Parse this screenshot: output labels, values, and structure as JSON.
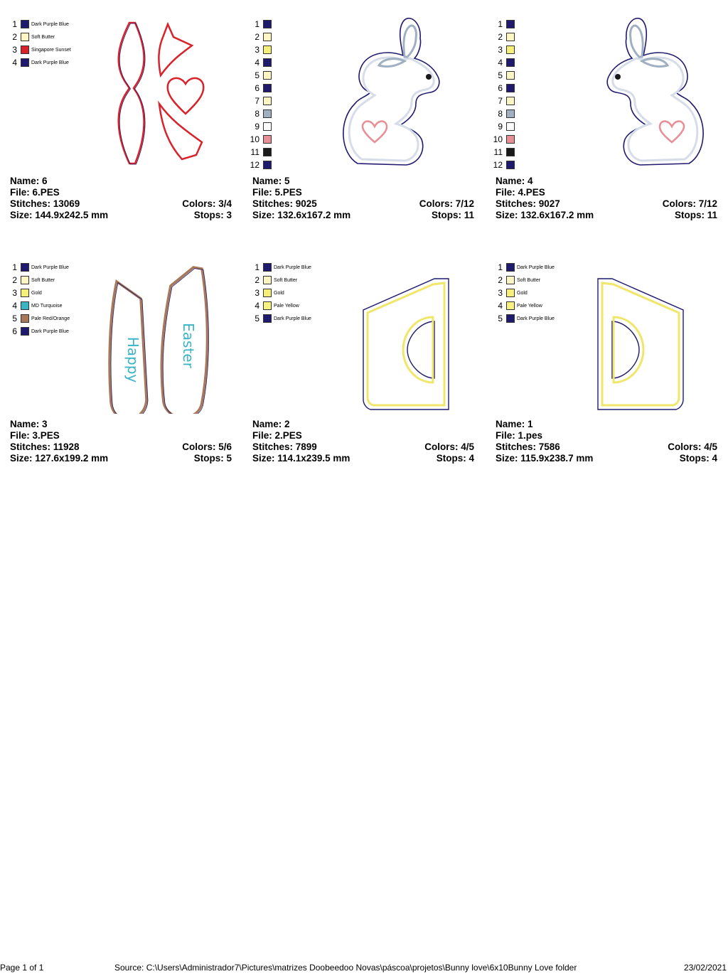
{
  "designs": [
    {
      "name_line": "Name: 6",
      "file_line": "File: 6.PES",
      "stitches_line": "Stitches: 13069",
      "size_line": "Size: 144.9x242.5 mm",
      "colors_line": "Colors: 3/4",
      "stops_line": "Stops: 3",
      "artwork": "bow-pieces-with-heart",
      "palette": [
        {
          "num": "1",
          "color": "#1f1a6e",
          "name": "Dark Purple Blue"
        },
        {
          "num": "2",
          "color": "#fff6c4",
          "name": "Soft Butter"
        },
        {
          "num": "3",
          "color": "#d8232a",
          "name": "Singapore Sunset"
        },
        {
          "num": "4",
          "color": "#1f1a6e",
          "name": "Dark Purple Blue"
        }
      ]
    },
    {
      "name_line": "Name: 5",
      "file_line": "File: 5.PES",
      "stitches_line": "Stitches: 9025",
      "size_line": "Size: 132.6x167.2 mm",
      "colors_line": "Colors: 7/12",
      "stops_line": "Stops: 11",
      "artwork": "bunny-facing-right",
      "palette": [
        {
          "num": "1",
          "color": "#1f1a6e",
          "name": ""
        },
        {
          "num": "2",
          "color": "#fff6c4",
          "name": ""
        },
        {
          "num": "3",
          "color": "#f6ef7a",
          "name": ""
        },
        {
          "num": "4",
          "color": "#1f1a6e",
          "name": ""
        },
        {
          "num": "5",
          "color": "#fff6c4",
          "name": ""
        },
        {
          "num": "6",
          "color": "#1f1a6e",
          "name": ""
        },
        {
          "num": "7",
          "color": "#fff6c4",
          "name": ""
        },
        {
          "num": "8",
          "color": "#9fb0c0",
          "name": ""
        },
        {
          "num": "9",
          "color": "#ffffff",
          "name": ""
        },
        {
          "num": "10",
          "color": "#e88f96",
          "name": ""
        },
        {
          "num": "11",
          "color": "#1a1a1a",
          "name": ""
        },
        {
          "num": "12",
          "color": "#1f1a6e",
          "name": ""
        }
      ]
    },
    {
      "name_line": "Name: 4",
      "file_line": "File: 4.PES",
      "stitches_line": "Stitches: 9027",
      "size_line": "Size: 132.6x167.2 mm",
      "colors_line": "Colors: 7/12",
      "stops_line": "Stops: 11",
      "artwork": "bunny-facing-left",
      "palette": [
        {
          "num": "1",
          "color": "#1f1a6e",
          "name": ""
        },
        {
          "num": "2",
          "color": "#fff6c4",
          "name": ""
        },
        {
          "num": "3",
          "color": "#f6ef7a",
          "name": ""
        },
        {
          "num": "4",
          "color": "#1f1a6e",
          "name": ""
        },
        {
          "num": "5",
          "color": "#fff6c4",
          "name": ""
        },
        {
          "num": "6",
          "color": "#1f1a6e",
          "name": ""
        },
        {
          "num": "7",
          "color": "#fff6c4",
          "name": ""
        },
        {
          "num": "8",
          "color": "#9fb0c0",
          "name": ""
        },
        {
          "num": "9",
          "color": "#ffffff",
          "name": ""
        },
        {
          "num": "10",
          "color": "#e88f96",
          "name": ""
        },
        {
          "num": "11",
          "color": "#1a1a1a",
          "name": ""
        },
        {
          "num": "12",
          "color": "#1f1a6e",
          "name": ""
        }
      ]
    },
    {
      "name_line": "Name: 3",
      "file_line": "File: 3.PES",
      "stitches_line": "Stitches: 11928",
      "size_line": "Size: 127.6x199.2 mm",
      "colors_line": "Colors: 5/6",
      "stops_line": "Stops: 5",
      "artwork": "ear-pieces-happy-easter",
      "artwork_text": [
        "Happy",
        "Easter"
      ],
      "palette": [
        {
          "num": "1",
          "color": "#1f1a6e",
          "name": "Dark Purple Blue"
        },
        {
          "num": "2",
          "color": "#fff6c4",
          "name": "Soft Butter"
        },
        {
          "num": "3",
          "color": "#f6ef7a",
          "name": "Gold"
        },
        {
          "num": "4",
          "color": "#3bb4c6",
          "name": "MD Turquoise"
        },
        {
          "num": "5",
          "color": "#a8785a",
          "name": "Pale Red/Orange"
        },
        {
          "num": "6",
          "color": "#1f1a6e",
          "name": "Dark Purple Blue"
        }
      ]
    },
    {
      "name_line": "Name: 2",
      "file_line": "File: 2.PES",
      "stitches_line": "Stitches: 7899",
      "size_line": "Size: 114.1x239.5 mm",
      "colors_line": "Colors: 4/5",
      "stops_line": "Stops: 4",
      "artwork": "half-ring-left",
      "palette": [
        {
          "num": "1",
          "color": "#1f1a6e",
          "name": "Dark Purple Blue"
        },
        {
          "num": "2",
          "color": "#fff6c4",
          "name": "Soft Butter"
        },
        {
          "num": "3",
          "color": "#f6ef7a",
          "name": "Gold"
        },
        {
          "num": "4",
          "color": "#faf27e",
          "name": "Pale Yellow"
        },
        {
          "num": "5",
          "color": "#1f1a6e",
          "name": "Dark Purple Blue"
        }
      ]
    },
    {
      "name_line": "Name: 1",
      "file_line": "File: 1.pes",
      "stitches_line": "Stitches: 7586",
      "size_line": "Size: 115.9x238.7 mm",
      "colors_line": "Colors: 4/5",
      "stops_line": "Stops: 4",
      "artwork": "half-ring-right",
      "palette": [
        {
          "num": "1",
          "color": "#1f1a6e",
          "name": "Dark Purple Blue"
        },
        {
          "num": "2",
          "color": "#fff6c4",
          "name": "Soft Butter"
        },
        {
          "num": "3",
          "color": "#f6ef7a",
          "name": "Gold"
        },
        {
          "num": "4",
          "color": "#faf27e",
          "name": "Pale Yellow"
        },
        {
          "num": "5",
          "color": "#1f1a6e",
          "name": "Dark Purple Blue"
        }
      ]
    }
  ],
  "footer": {
    "page": "Page 1 of 1",
    "source": "Source: C:\\Users\\Administrador7\\Pictures\\matrizes Doobeedoo Novas\\páscoa\\projetos\\Bunny love\\6x10Bunny Love folder",
    "date": "23/02/2021"
  }
}
